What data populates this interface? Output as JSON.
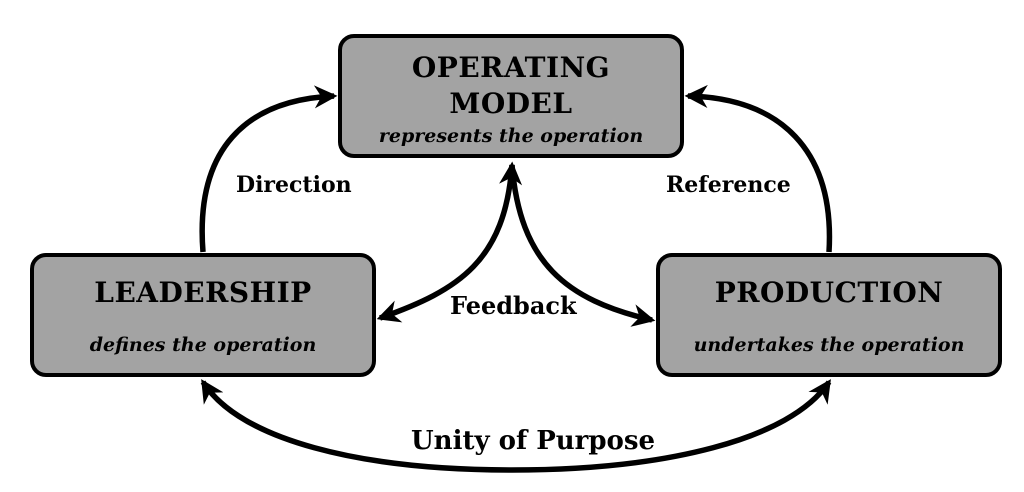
{
  "boxes": {
    "operating_model": {
      "title_line1": "OPERATING",
      "title_line2": "MODEL",
      "subtitle": "represents the operation"
    },
    "leadership": {
      "title": "LEADERSHIP",
      "subtitle": "defines the operation"
    },
    "production": {
      "title": "PRODUCTION",
      "subtitle": "undertakes the operation"
    }
  },
  "labels": {
    "direction": "Direction",
    "reference": "Reference",
    "feedback": "Feedback",
    "unity": "Unity of Purpose"
  },
  "colors": {
    "box_fill": "#a3a3a3",
    "stroke": "#000000",
    "background": "#ffffff"
  }
}
